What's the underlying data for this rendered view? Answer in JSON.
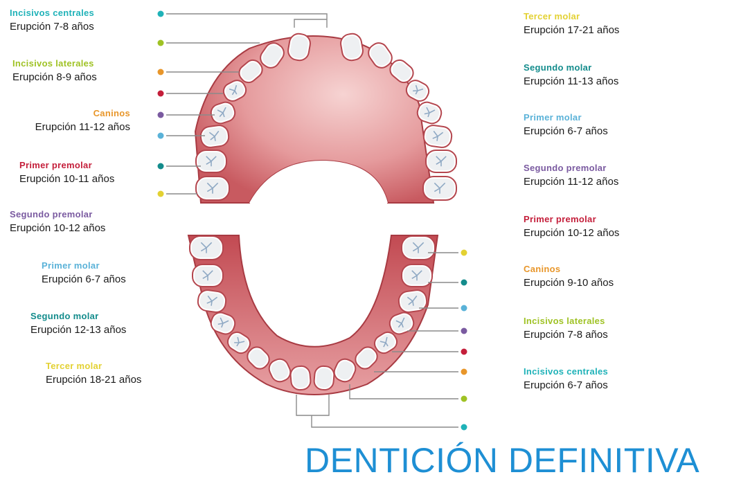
{
  "title": "DENTICIÓN DEFINITIVA",
  "left_labels": [
    {
      "name": "Incisivos centrales",
      "eruption": "Erupción 7-8 años",
      "color": "#1fb2b8"
    },
    {
      "name": "Incisivos laterales",
      "eruption": "Erupción 8-9 años",
      "color": "#9fc224"
    },
    {
      "name": "Caninos",
      "eruption": "Erupción 11-12 años",
      "color": "#e8962a"
    },
    {
      "name": "Primer premolar",
      "eruption": "Erupción 10-11 años",
      "color": "#c41e3a"
    },
    {
      "name": "Segundo premolar",
      "eruption": "Erupción 10-12 años",
      "color": "#7a5aa0"
    },
    {
      "name": "Primer molar",
      "eruption": "Erupción 6-7 años",
      "color": "#5ab2d8"
    },
    {
      "name": "Segundo molar",
      "eruption": "Erupción 12-13 años",
      "color": "#138c8c"
    },
    {
      "name": "Tercer molar",
      "eruption": "Erupción 18-21 años",
      "color": "#e3d132"
    }
  ],
  "right_labels": [
    {
      "name": "Tercer molar",
      "eruption": "Erupción 17-21 años",
      "color": "#e3d132"
    },
    {
      "name": "Segundo molar",
      "eruption": "Erupción 11-13 años",
      "color": "#138c8c"
    },
    {
      "name": "Primer molar",
      "eruption": "Erupción 6-7 años",
      "color": "#5ab2d8"
    },
    {
      "name": "Segundo premolar",
      "eruption": "Erupción 11-12 años",
      "color": "#7a5aa0"
    },
    {
      "name": "Primer premolar",
      "eruption": "Erupción 10-12 años",
      "color": "#c41e3a"
    },
    {
      "name": "Caninos",
      "eruption": "Erupción 9-10 años",
      "color": "#e8962a"
    },
    {
      "name": "Incisivos laterales",
      "eruption": "Erupción 7-8 años",
      "color": "#9fc224"
    },
    {
      "name": "Incisivos centrales",
      "eruption": "Erupción 6-7 años",
      "color": "#1fb2b8"
    }
  ],
  "colors": {
    "gum": "#c85a60",
    "gum_light": "#f2c4c3",
    "tooth": "#ffffff",
    "connector": "#8a8a8a",
    "title": "#1e8fd4"
  }
}
